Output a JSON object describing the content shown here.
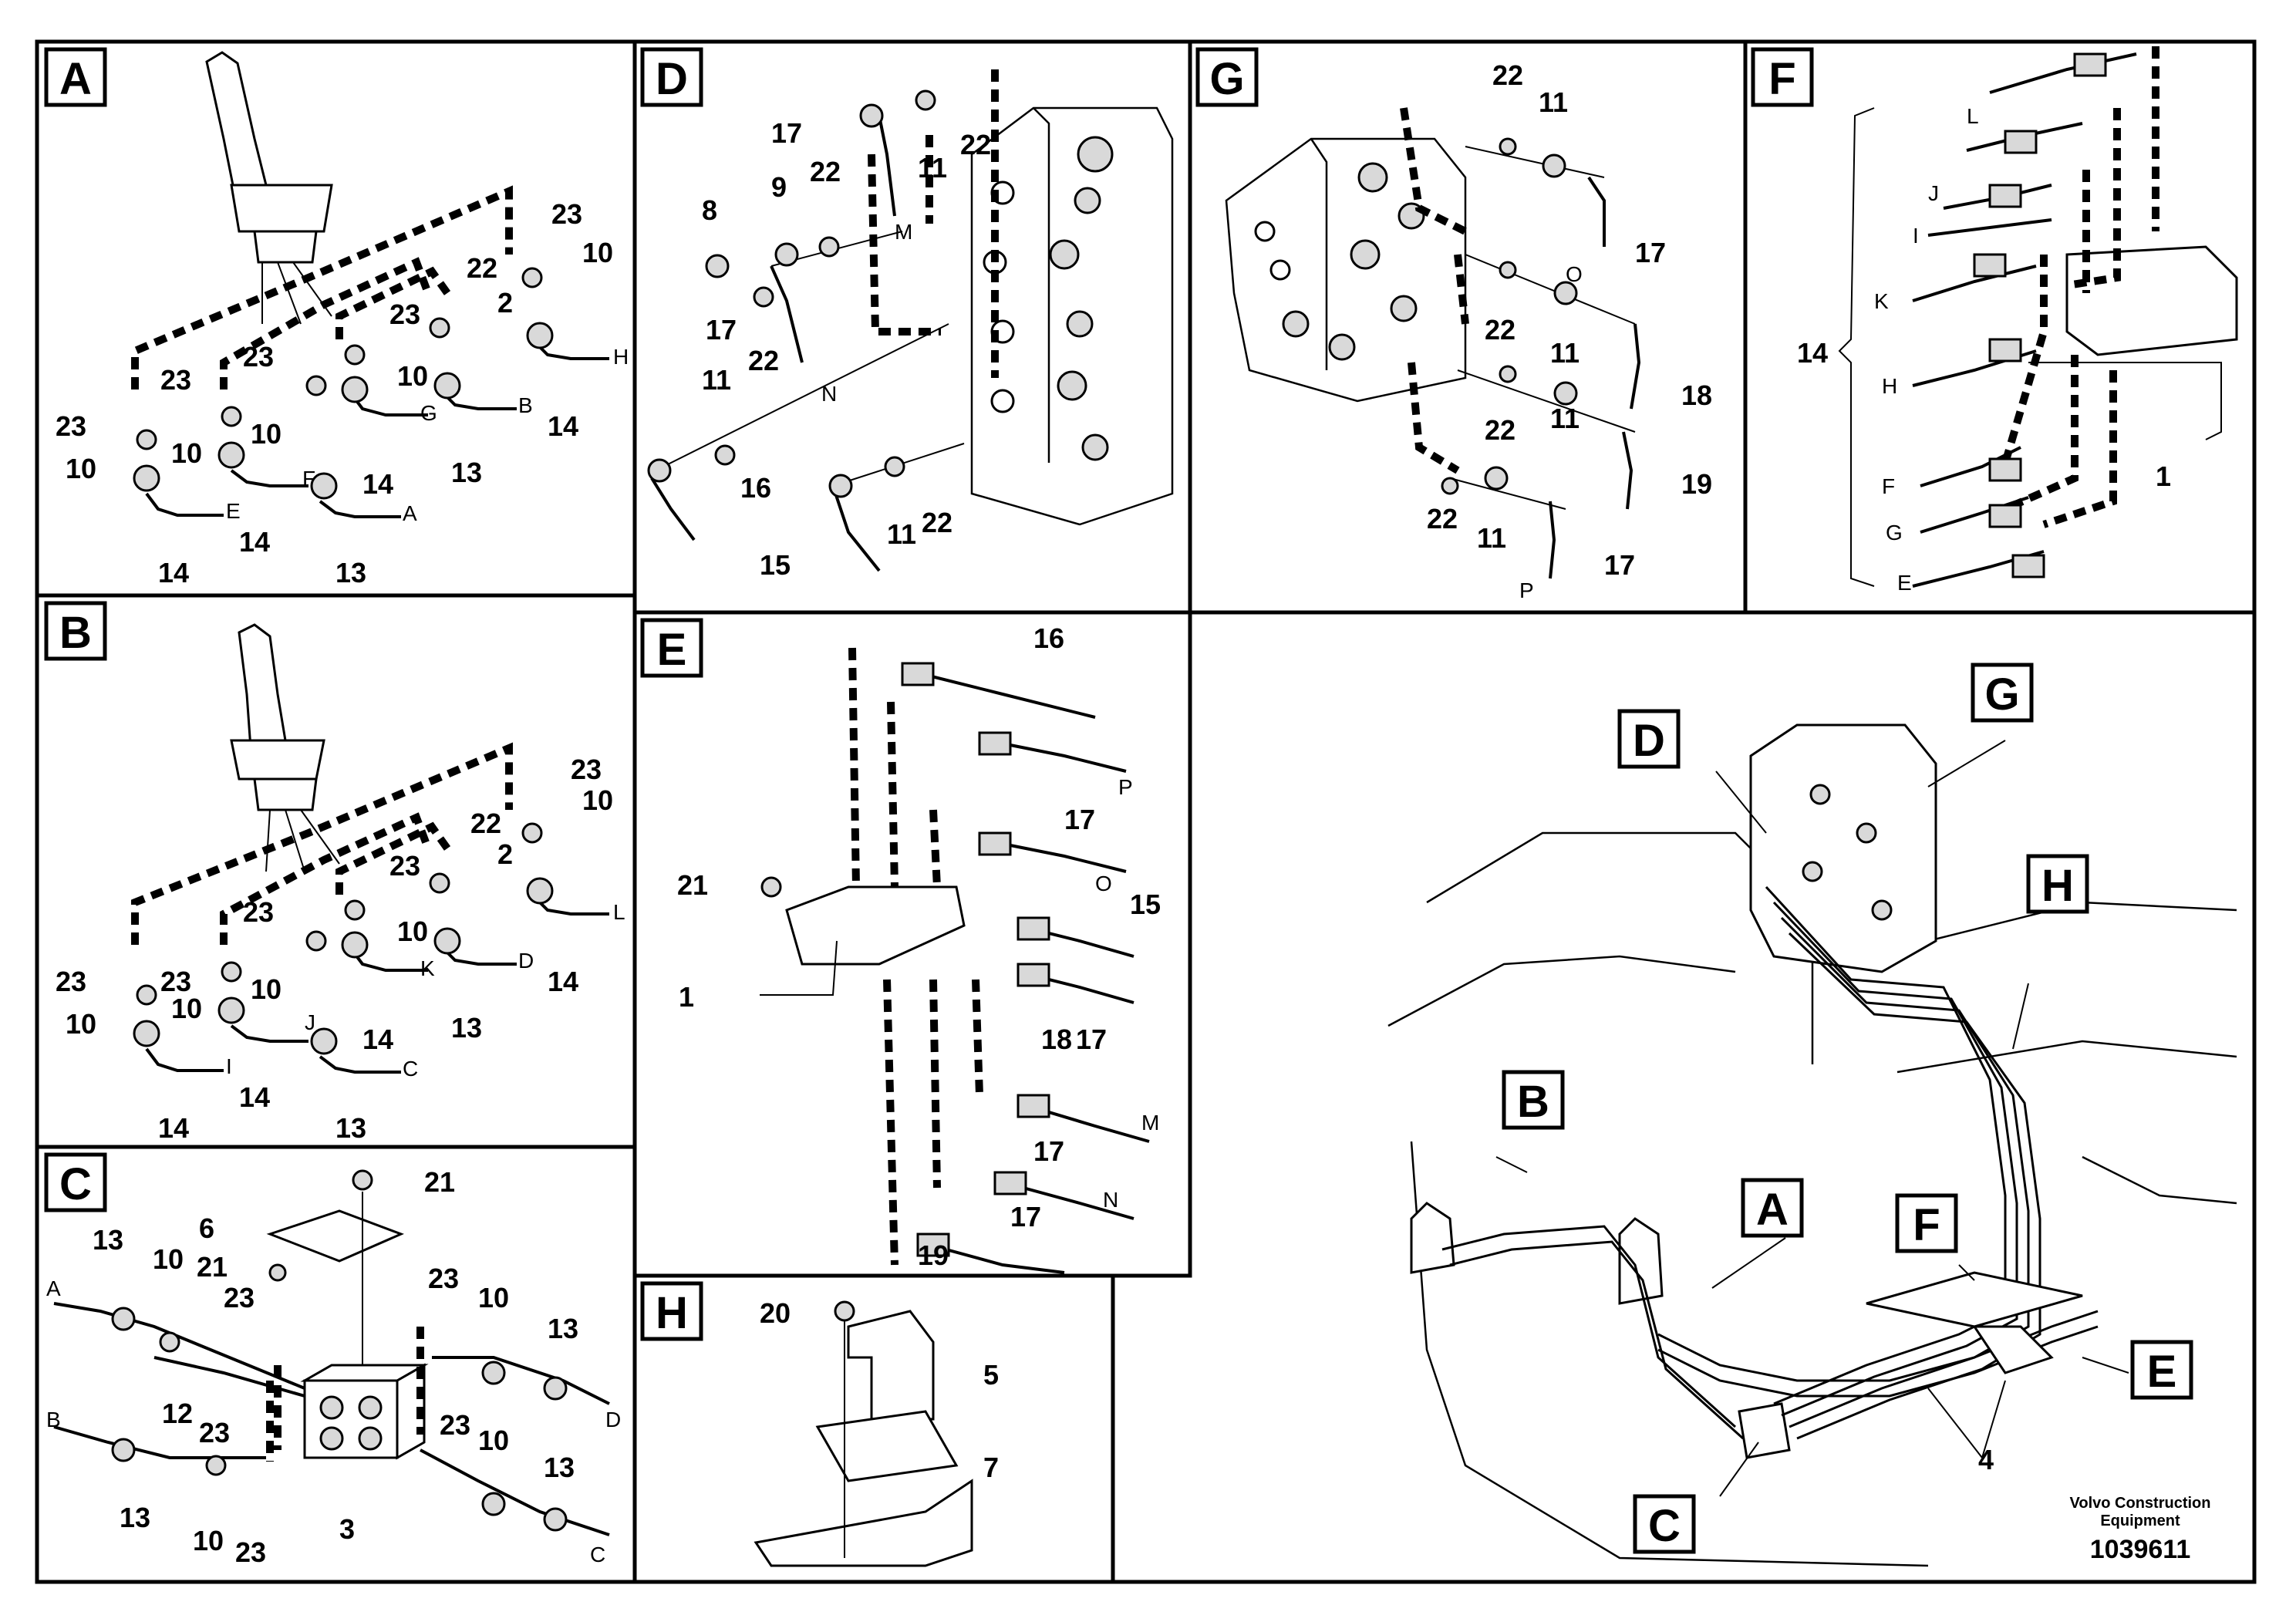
{
  "panels": {
    "A": {
      "tag": "A",
      "callouts": [
        "23",
        "10",
        "22",
        "2",
        "23",
        "10",
        "23",
        "10",
        "23",
        "10",
        "23",
        "10",
        "14",
        "14",
        "13",
        "14",
        "13",
        "14"
      ],
      "letters": [
        "H",
        "G",
        "B",
        "F",
        "E",
        "A"
      ]
    },
    "B": {
      "tag": "B",
      "callouts": [
        "23",
        "10",
        "22",
        "2",
        "23",
        "10",
        "23",
        "10",
        "23",
        "10",
        "23",
        "10",
        "14",
        "14",
        "13",
        "14",
        "13",
        "14"
      ],
      "letters": [
        "L",
        "K",
        "D",
        "J",
        "I",
        "C"
      ]
    },
    "C": {
      "tag": "C",
      "callouts": [
        "21",
        "6",
        "21",
        "13",
        "10",
        "23",
        "12",
        "23",
        "23",
        "10",
        "13",
        "23",
        "10",
        "13",
        "13",
        "10",
        "23",
        "3"
      ],
      "letters": [
        "A",
        "B",
        "D",
        "C"
      ]
    },
    "D": {
      "tag": "D",
      "callouts": [
        "17",
        "11",
        "22",
        "9",
        "22",
        "8",
        "17",
        "22",
        "11",
        "16",
        "15",
        "11",
        "22"
      ],
      "letters": [
        "M",
        "N"
      ]
    },
    "E": {
      "tag": "E",
      "callouts": [
        "16",
        "17",
        "15",
        "21",
        "1",
        "18",
        "17",
        "17",
        "17",
        "19"
      ],
      "letters": [
        "P",
        "O",
        "M",
        "N"
      ]
    },
    "F": {
      "tag": "F",
      "callouts": [
        "14",
        "1"
      ],
      "letters": [
        "L",
        "J",
        "I",
        "K",
        "H",
        "F",
        "G",
        "E"
      ]
    },
    "G": {
      "tag": "G",
      "callouts": [
        "22",
        "11",
        "17",
        "22",
        "11",
        "18",
        "22",
        "11",
        "19",
        "22",
        "11",
        "17"
      ],
      "letters": [
        "O",
        "P"
      ]
    },
    "H": {
      "tag": "H",
      "callouts": [
        "20",
        "5",
        "7"
      ],
      "letters": []
    },
    "overview": {
      "tags": [
        "D",
        "G",
        "H",
        "B",
        "A",
        "F",
        "E",
        "C"
      ],
      "callouts": [
        "4"
      ]
    }
  },
  "footer": {
    "brand_line1": "Volvo Construction",
    "brand_line2": "Equipment",
    "drawing_number": "1039611"
  }
}
